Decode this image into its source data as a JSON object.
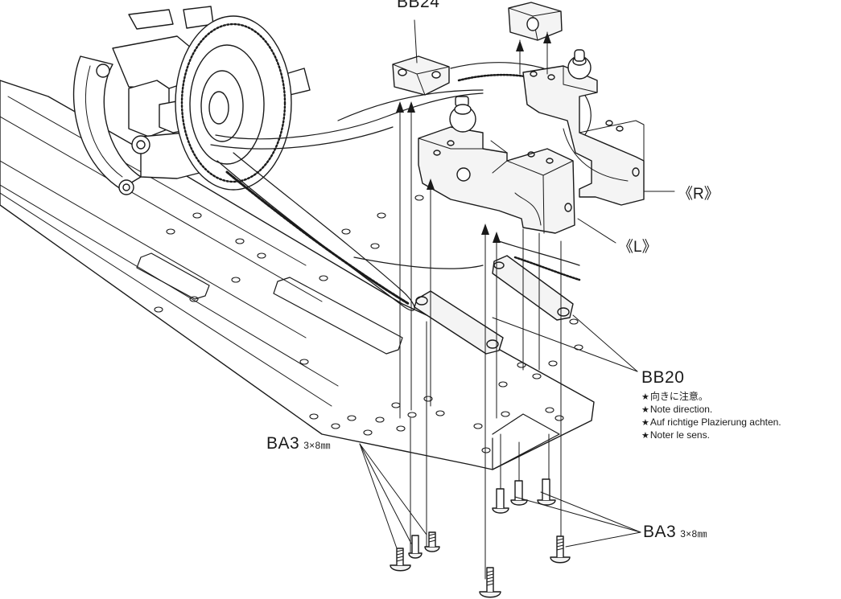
{
  "labels": {
    "bb24": "BB24",
    "bb20": "BB20",
    "side_r": "《R》",
    "side_l": "《L》",
    "ba3_left": "BA3",
    "ba3_left_size": "3×8㎜",
    "ba3_right": "BA3",
    "ba3_right_size": "3×8㎜"
  },
  "notes": [
    "向きに注意。",
    "Note direction.",
    "Auf richtige Plazierung achten.",
    "Noter le sens."
  ],
  "note_marker": "★",
  "colors": {
    "line": "#1a1a1a",
    "part_fill": "#f4f4f4",
    "background": "#ffffff"
  }
}
